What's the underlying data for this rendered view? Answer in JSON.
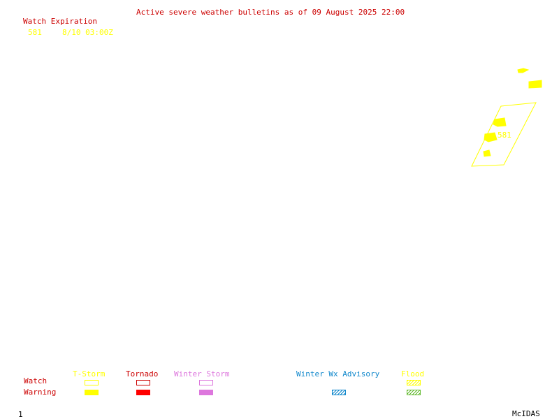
{
  "header": {
    "title": "Active severe weather bulletins as of 09 August 2025 22:00",
    "watch_expiration_heading": "Watch Expiration",
    "watches": [
      {
        "id": "581",
        "expires": "8/10 03:00Z"
      }
    ]
  },
  "map": {
    "watch_box_label": "581",
    "colors": {
      "tstorm": "#ffff00",
      "tornado": "#ff0000",
      "winter_storm": "#dd77dd",
      "winter_wx_advisory": "#1188cc",
      "flood": "#66bb33",
      "title": "#cc0000"
    }
  },
  "legend": {
    "row_labels": {
      "watch": "Watch",
      "warning": "Warning"
    },
    "categories": [
      {
        "name": "T-Storm",
        "color": "#ffff00"
      },
      {
        "name": "Tornado",
        "color": "#ff0000"
      },
      {
        "name": "Winter Storm",
        "color": "#dd77dd"
      },
      {
        "name": "Winter Wx Advisory",
        "color": "#1188cc"
      },
      {
        "name": "Flood",
        "color": "#aacc33"
      }
    ]
  },
  "footer": {
    "frame_number": "1",
    "software": "McIDAS"
  }
}
